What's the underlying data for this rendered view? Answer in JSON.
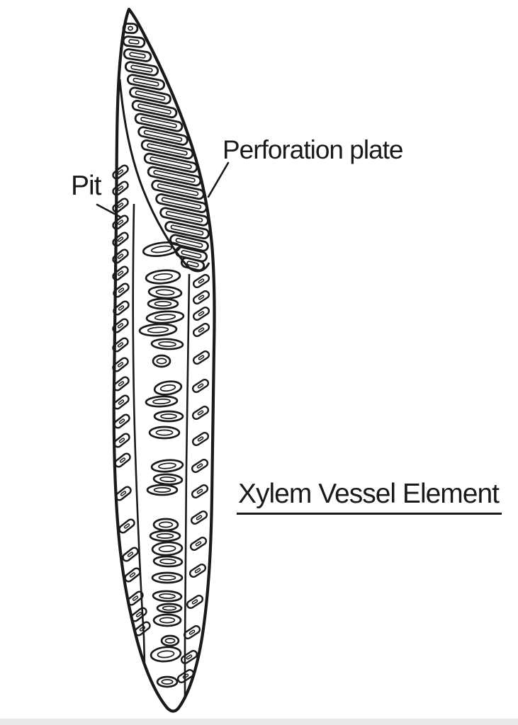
{
  "page": {
    "background": "#ffffff",
    "ink_color": "#1a1a1a",
    "bottom_strip_color": "#e9e9e9"
  },
  "figure": {
    "title": "Xylem Vessel Element",
    "labels": {
      "pit": "Pit",
      "perforation_plate": "Perforation plate"
    }
  }
}
